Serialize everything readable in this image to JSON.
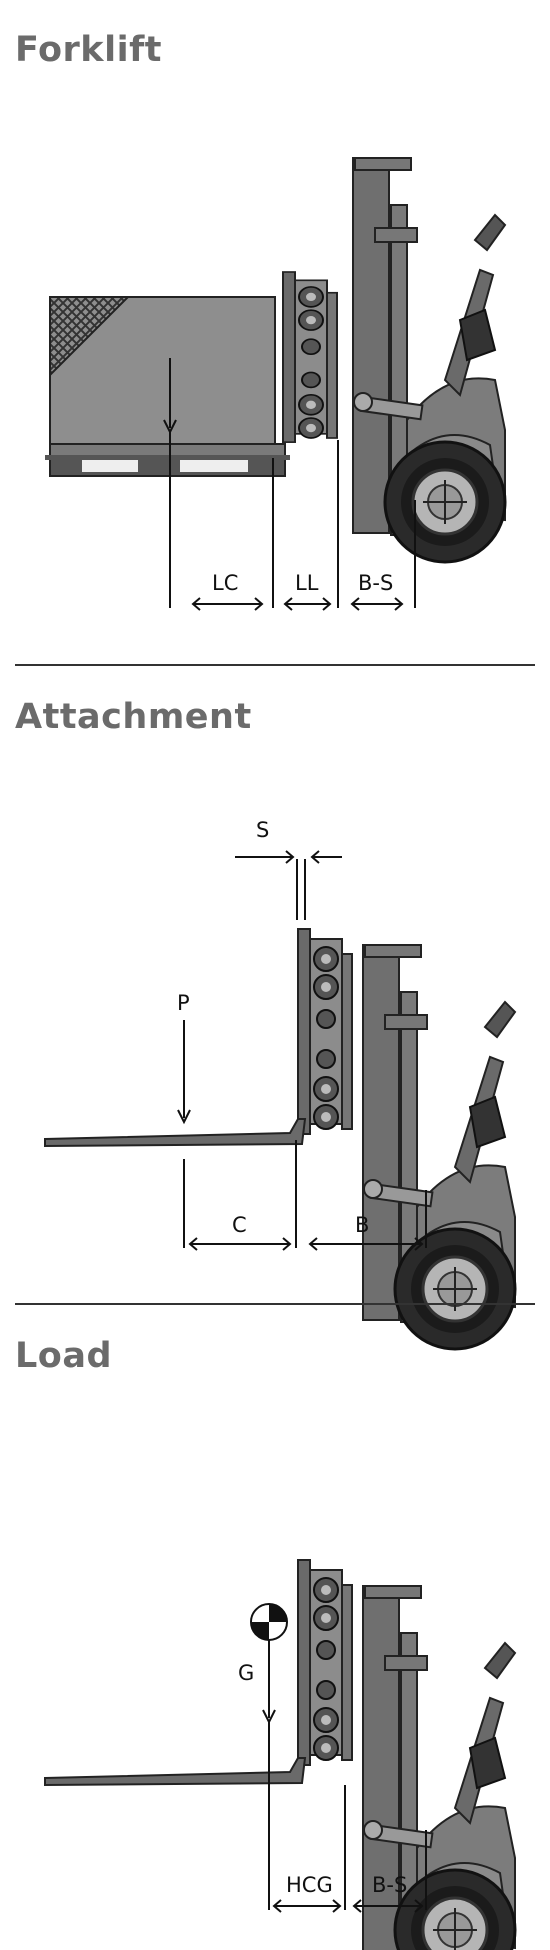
{
  "sections": [
    {
      "title": "Forklift",
      "labels": {
        "lc": "LC",
        "ll": "LL",
        "bs": "B-S"
      }
    },
    {
      "title": "Attachment",
      "labels": {
        "s": "S",
        "p": "P",
        "c": "C",
        "b": "B"
      }
    },
    {
      "title": "Load",
      "labels": {
        "g": "G",
        "hcg": "HCG",
        "bs": "B-S"
      }
    }
  ]
}
